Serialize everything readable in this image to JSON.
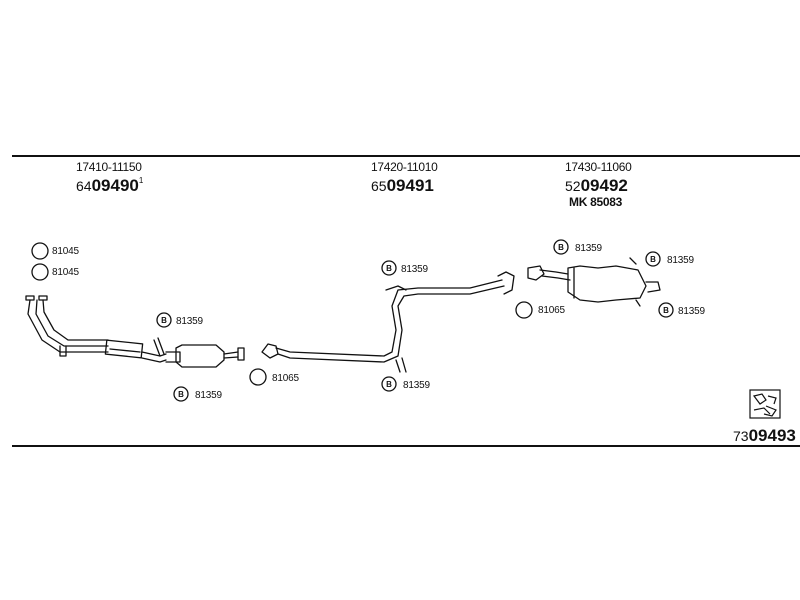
{
  "sections": [
    {
      "part_no": "17410-11150",
      "prefix": "64",
      "number": "09490",
      "suffix": "1"
    },
    {
      "part_no": "17420-11010",
      "prefix": "65",
      "number": "09491",
      "suffix": ""
    },
    {
      "part_no": "17430-11060",
      "prefix": "52",
      "number": "09492",
      "suffix": "",
      "extra": "MK  85083"
    }
  ],
  "callouts": {
    "c1": "81045",
    "c2": "81045",
    "c3": "81359",
    "c4": "81359",
    "c5": "81065",
    "c6": "81359",
    "c7": "81359",
    "c8": "81359",
    "c9": "81359",
    "c10": "81065",
    "c11": "81359"
  },
  "footer": {
    "prefix": "73",
    "number": "09493"
  }
}
